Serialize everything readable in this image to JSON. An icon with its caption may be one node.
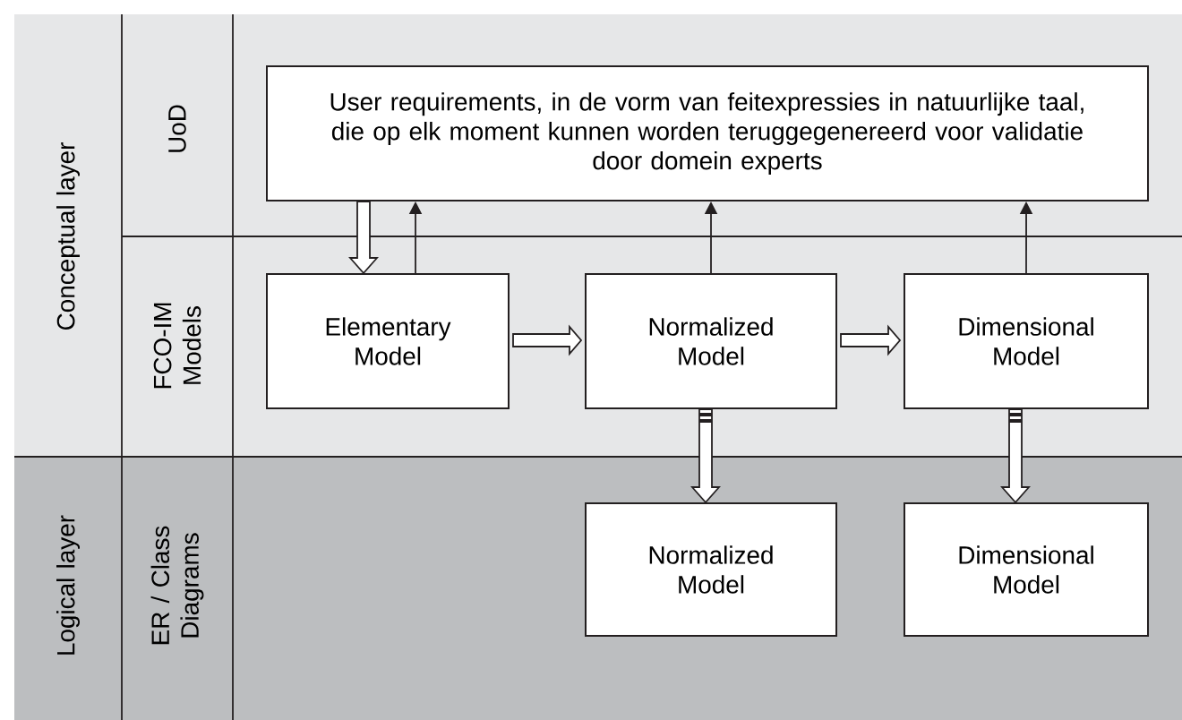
{
  "diagram": {
    "nodes": [
      {
        "text": [
          "User requirements, in de vorm van feitexpressies in natuurlijke taal, die op elk moment kunnen worden teruggegenereerd voor validatie door domein experts"
        ]
      },
      {
        "text": [
          "Elementary Model"
        ]
      },
      {
        "text": [
          "Normalized Model"
        ]
      },
      {
        "text": [
          "Dimensional Model"
        ]
      },
      {
        "text": [
          "Normalized Model"
        ]
      },
      {
        "text": [
          "Dimensional Model"
        ]
      }
    ],
    "edges": [
      {
        "from": 0,
        "to": 1,
        "arrow": "to",
        "style": "thick"
      },
      {
        "from": 1,
        "to": 0,
        "arrow": "to"
      },
      {
        "from": 2,
        "to": 0,
        "arrow": "to"
      },
      {
        "from": 3,
        "to": 0,
        "arrow": "to"
      },
      {
        "from": 1,
        "to": 2,
        "arrow": "to",
        "style": "thick"
      },
      {
        "from": 2,
        "to": 3,
        "arrow": "to",
        "style": "thick"
      },
      {
        "from": 2,
        "to": 4,
        "arrow": "to",
        "style": "dashed"
      },
      {
        "from": 3,
        "to": 5,
        "arrow": "to",
        "style": "dashed"
      }
    ],
    "labels": [
      "Conceptual layer",
      "UoD",
      "FCO-IM Models",
      "Logical layer",
      "ER / Class Diagrams"
    ]
  }
}
